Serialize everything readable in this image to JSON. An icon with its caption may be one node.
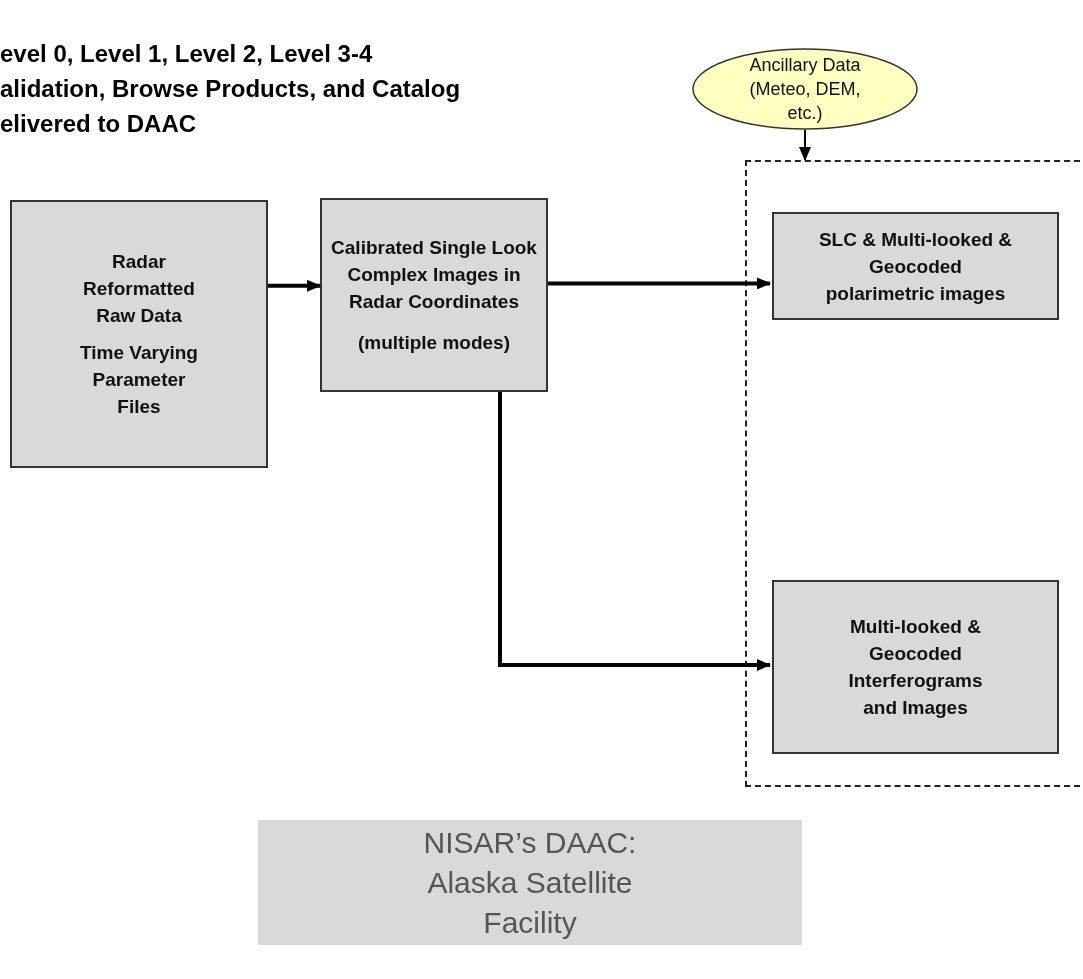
{
  "diagram": {
    "title": "evel 0, Level 1, Level 2, Level 3-4 alidation, Browse Products, and Catalog elivered to DAAC",
    "nodes": [
      {
        "text": [
          "Radar Reformatted Raw Data",
          "Time Varying Parameter Files"
        ]
      },
      {
        "text": [
          "Calibrated Single Look Complex Images in Radar Coordinates",
          "(multiple modes)"
        ]
      },
      {
        "text": [
          "Ancillary Data (Meteo, DEM, etc.)"
        ]
      },
      {
        "text": [],
        "shape": "box"
      },
      {
        "text": [
          "SLC & Multi-looked & Geocoded polarimetric images"
        ],
        "in": 3
      },
      {
        "text": [
          "Multi-looked & Geocoded Interferograms and Images"
        ],
        "in": 3
      },
      {
        "text": [
          "NISAR’s DAAC: Alaska Satellite Facility"
        ]
      }
    ],
    "edges": [
      {
        "from": 0,
        "to": 1,
        "arrow": "to"
      },
      {
        "from": 1,
        "to": 4,
        "arrow": "to"
      },
      {
        "from": 1,
        "to": 5,
        "arrow": "to"
      },
      {
        "from": 2,
        "to": 3,
        "arrow": "to"
      }
    ]
  }
}
